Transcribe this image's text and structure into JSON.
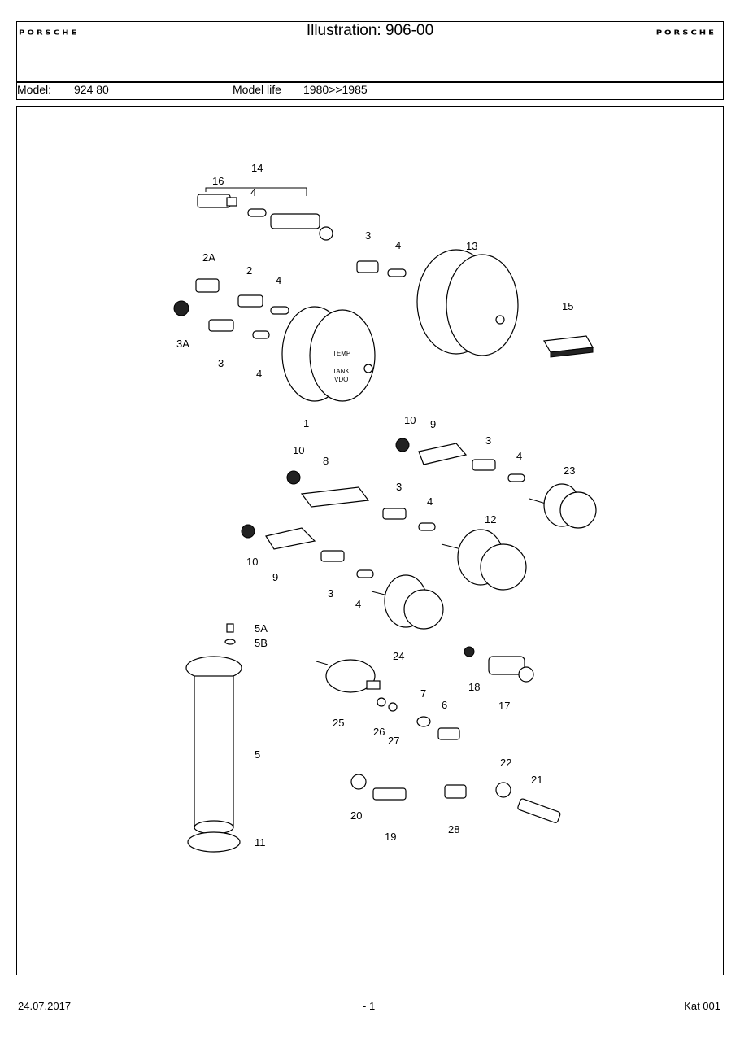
{
  "header": {
    "brand_left": "PORSCHE",
    "brand_right": "PORSCHE",
    "title": "Illustration: 906-00",
    "model_label": "Model:",
    "model_value": "924 80",
    "model_life_label": "Model life",
    "model_life_value": "1980>>1985"
  },
  "diagram": {
    "callouts": [
      "14",
      "16",
      "4",
      "3",
      "4",
      "13",
      "2A",
      "2",
      "4",
      "3A",
      "3",
      "4",
      "15",
      "1",
      "10",
      "9",
      "3",
      "4",
      "23",
      "10",
      "8",
      "3",
      "4",
      "12",
      "10",
      "9",
      "3",
      "4",
      "5A",
      "5B",
      "24",
      "18",
      "17",
      "25",
      "7",
      "6",
      "26",
      "27",
      "5",
      "22",
      "21",
      "20",
      "19",
      "28",
      "11"
    ],
    "gauge_face_labels": [
      "TEMP",
      "TANK",
      "VDO"
    ]
  },
  "footer": {
    "date": "24.07.2017",
    "page": "- 1",
    "catalog": "Kat 001"
  }
}
